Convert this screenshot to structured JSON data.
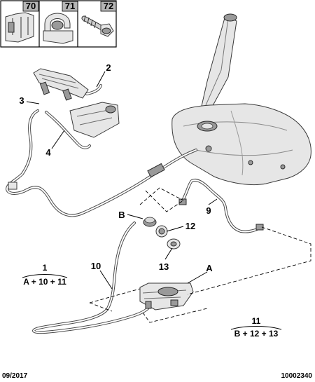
{
  "thumbnails": [
    {
      "number": "70",
      "icon": "clip-icon"
    },
    {
      "number": "71",
      "icon": "pipe-clamp-icon"
    },
    {
      "number": "72",
      "icon": "screw-icon"
    }
  ],
  "callouts": {
    "c2": "2",
    "c3": "3",
    "c4": "4",
    "c9": "9",
    "c10": "10",
    "cB": "B",
    "c12": "12",
    "c13": "13",
    "cA": "A"
  },
  "legends": {
    "kit1": {
      "number": "1",
      "formula": "A + 10 + 11"
    },
    "kit11": {
      "number": "11",
      "formula": "B + 12 + 13"
    }
  },
  "footer": {
    "date": "09/2017",
    "reference": "10002340"
  }
}
